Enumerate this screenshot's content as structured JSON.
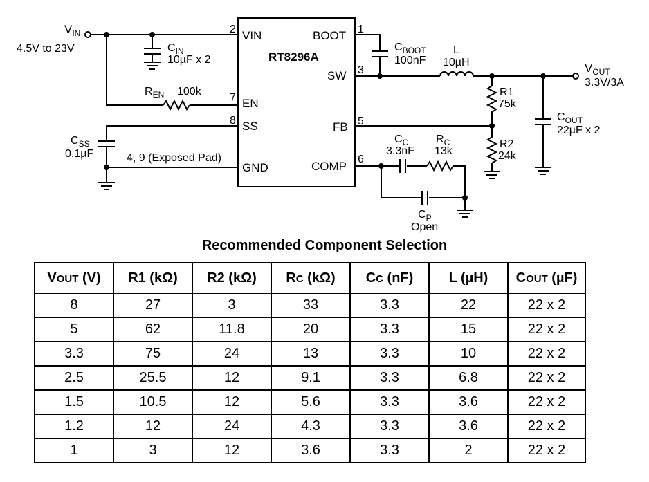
{
  "schematic": {
    "ic_name": "RT8296A",
    "pins": {
      "vin_num": "2",
      "vin": "VIN",
      "en_num": "7",
      "en": "EN",
      "ss_num": "8",
      "ss": "SS",
      "gnd": "GND",
      "gnd_pins": "4, 9 (Exposed Pad)",
      "boot_num": "1",
      "boot": "BOOT",
      "sw_num": "3",
      "sw": "SW",
      "fb_num": "5",
      "fb": "FB",
      "comp_num": "6",
      "comp": "COMP"
    },
    "vin": {
      "main": "V",
      "sub": "IN",
      "range": "4.5V to 23V"
    },
    "cin": {
      "main": "C",
      "sub": "IN",
      "value": "10µF x 2"
    },
    "ren": {
      "main": "R",
      "sub": "EN",
      "value": "100k"
    },
    "css": {
      "main": "C",
      "sub": "SS",
      "value": "0.1µF"
    },
    "cboot": {
      "main": "C",
      "sub": "BOOT",
      "value": "100nF"
    },
    "inductor": {
      "name": "L",
      "value": "10µH"
    },
    "vout": {
      "main": "V",
      "sub": "OUT",
      "value": "3.3V/3A"
    },
    "r1": {
      "name": "R1",
      "value": "75k"
    },
    "r2": {
      "name": "R2",
      "value": "24k"
    },
    "cout": {
      "main": "C",
      "sub": "OUT",
      "value": "22µF x 2"
    },
    "cc": {
      "main": "C",
      "sub": "C",
      "value": "3.3nF"
    },
    "rc": {
      "main": "R",
      "sub": "C",
      "value": "13k"
    },
    "cp": {
      "main": "C",
      "sub": "P",
      "value": "Open"
    }
  },
  "table": {
    "title": "Recommended Component Selection",
    "headers": [
      {
        "main": "V",
        "sub": "OUT",
        "unit": " (V)"
      },
      {
        "main": "R1 (kΩ)"
      },
      {
        "main": "R2 (kΩ)"
      },
      {
        "main": "R",
        "sub": "C",
        "unit": " (kΩ)"
      },
      {
        "main": "C",
        "sub": "C",
        "unit": " (nF)"
      },
      {
        "main": "L (µH)"
      },
      {
        "main": "C",
        "sub": "OUT",
        "unit": " (µF)"
      }
    ],
    "rows": [
      [
        "8",
        "27",
        "3",
        "33",
        "3.3",
        "22",
        "22 x 2"
      ],
      [
        "5",
        "62",
        "11.8",
        "20",
        "3.3",
        "15",
        "22 x 2"
      ],
      [
        "3.3",
        "75",
        "24",
        "13",
        "3.3",
        "10",
        "22 x 2"
      ],
      [
        "2.5",
        "25.5",
        "12",
        "9.1",
        "3.3",
        "6.8",
        "22 x 2"
      ],
      [
        "1.5",
        "10.5",
        "12",
        "5.6",
        "3.3",
        "3.6",
        "22 x 2"
      ],
      [
        "1.2",
        "12",
        "24",
        "4.3",
        "3.3",
        "3.6",
        "22 x 2"
      ],
      [
        "1",
        "3",
        "12",
        "3.6",
        "3.3",
        "2",
        "22 x 2"
      ]
    ]
  }
}
